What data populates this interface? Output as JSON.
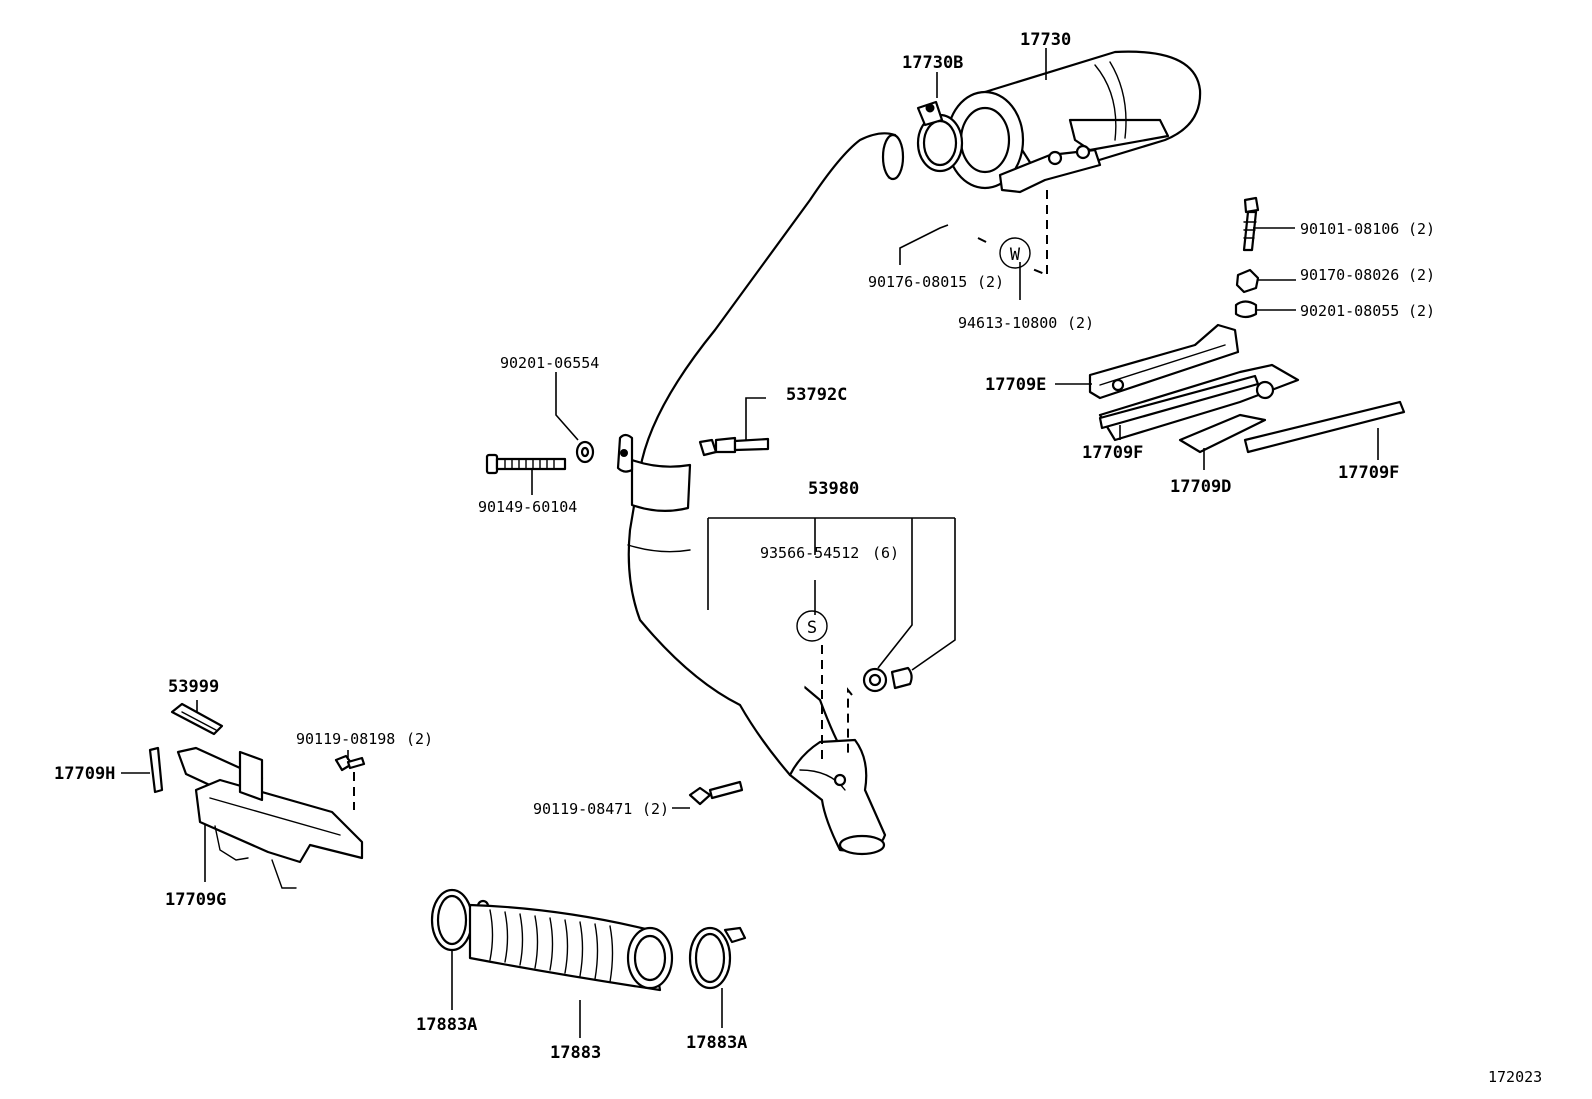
{
  "diagram_id": "172023",
  "parts": {
    "p17730": "17730",
    "p17730B": "17730B",
    "p90176": "90176-08015",
    "p90176_qty": "(2)",
    "p94613": "94613-10800",
    "p94613_qty": "(2)",
    "w_symbol": "W",
    "p90101": "90101-08106",
    "p90101_qty": "(2)",
    "p90170": "90170-08026",
    "p90170_qty": "(2)",
    "p90201_08055": "90201-08055",
    "p90201_08055_qty": "(2)",
    "p17709E": "17709E",
    "p17709F_a": "17709F",
    "p17709D": "17709D",
    "p17709F_b": "17709F",
    "p90201_06554": "90201-06554",
    "p53792C": "53792C",
    "p90149": "90149-60104",
    "p53980": "53980",
    "p93566": "93566-54512",
    "p93566_qty": "(6)",
    "s_symbol": "S",
    "p53999": "53999",
    "p90119_08198": "90119-08198",
    "p90119_08198_qty": "(2)",
    "p17709H": "17709H",
    "p17709G": "17709G",
    "p90119_08471": "90119-08471",
    "p90119_08471_qty": "(2)",
    "p17883A_a": "17883A",
    "p17883": "17883",
    "p17883A_b": "17883A"
  }
}
